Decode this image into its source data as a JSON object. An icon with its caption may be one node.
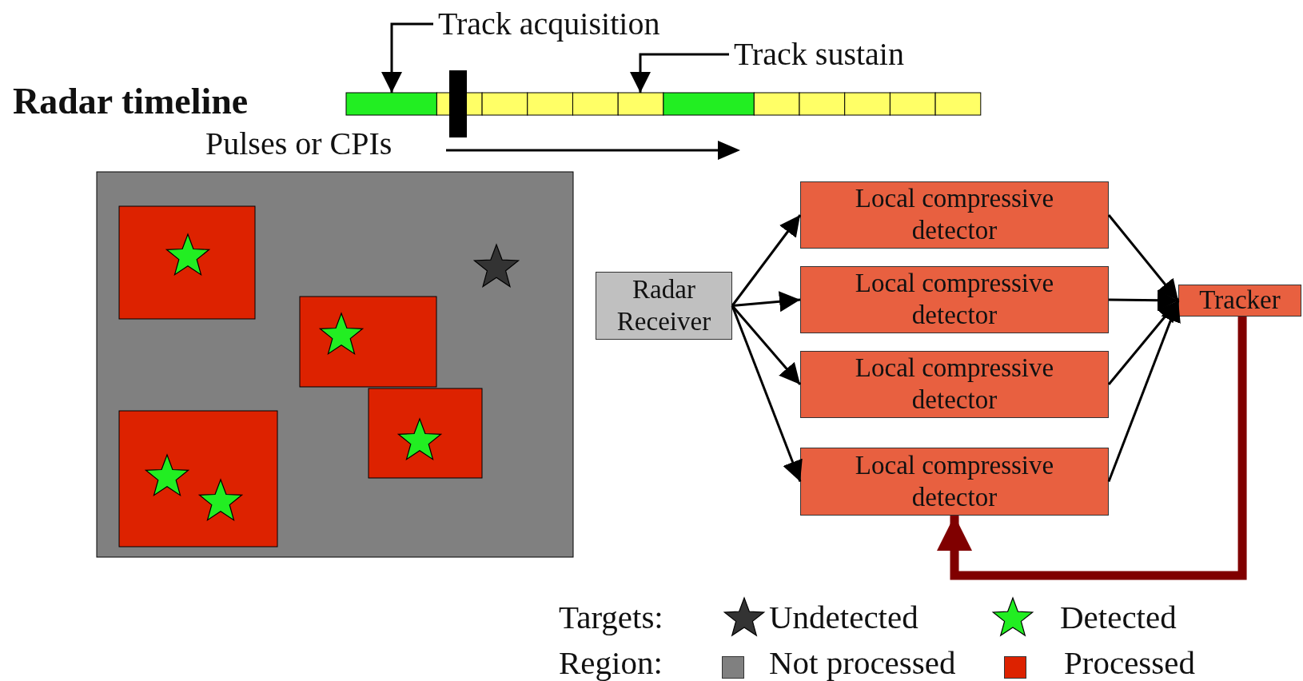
{
  "diagram": {
    "nodes": [
      {
        "text": [
          "Radar Receiver"
        ]
      },
      {
        "text": [
          "Local compressive detector"
        ]
      },
      {
        "text": [
          "Local compressive detector"
        ]
      },
      {
        "text": [
          "Local compressive detector"
        ]
      },
      {
        "text": [
          "Local compressive detector"
        ]
      },
      {
        "text": [
          "Tracker"
        ]
      },
      {
        "text": [
          "Track acquisition"
        ]
      },
      {
        "text": [
          "Track sustain"
        ]
      }
    ],
    "edges": [
      {
        "from": 0,
        "to": 1,
        "arrow": "to"
      },
      {
        "from": 0,
        "to": 2,
        "arrow": "to"
      },
      {
        "from": 0,
        "to": 3,
        "arrow": "to"
      },
      {
        "from": 0,
        "to": 4,
        "arrow": "to"
      },
      {
        "from": 1,
        "to": 5,
        "arrow": "to"
      },
      {
        "from": 2,
        "to": 5,
        "arrow": "to"
      },
      {
        "from": 3,
        "to": 5,
        "arrow": "to"
      },
      {
        "from": 4,
        "to": 5,
        "arrow": "to"
      },
      {
        "from": 5,
        "to": 4,
        "arrow": "to",
        "style": "thick",
        "color": "#800000"
      },
      {
        "from": 6,
        "to": null,
        "arrow": "to"
      },
      {
        "from": 7,
        "to": null,
        "arrow": "to"
      }
    ],
    "labels": [
      "Radar timeline",
      "Pulses or CPIs",
      "Targets:",
      "Region:"
    ],
    "legend": [
      {
        "text": "Undetected"
      },
      {
        "text": "Detected"
      },
      {
        "text": "Not processed",
        "color": "#808080"
      },
      {
        "text": "Processed",
        "color": "#dd2200"
      }
    ]
  }
}
